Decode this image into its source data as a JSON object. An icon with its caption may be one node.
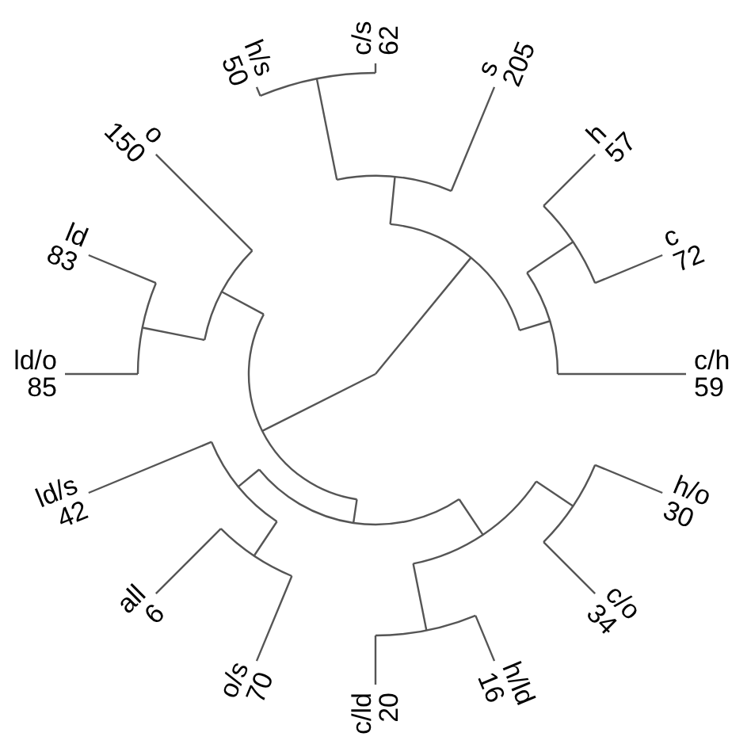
{
  "diagram": {
    "labels": [
      "h/s",
      "50",
      "c/s",
      "62",
      "s",
      "205",
      "h",
      "57",
      "c",
      "72",
      "c/h",
      "59",
      "h/o",
      "30",
      "c/o",
      "34",
      "h/ld",
      "16",
      "c/ld",
      "20",
      "o/s",
      "70",
      "all",
      "6",
      "ld/s",
      "42",
      "ld/o",
      "85",
      "ld",
      "83",
      "o",
      "150"
    ]
  }
}
